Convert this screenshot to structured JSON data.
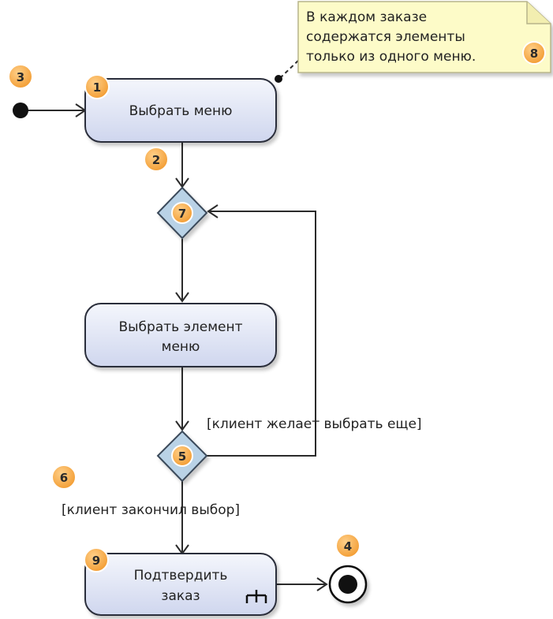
{
  "colors": {
    "action_fill_top": "#f4f6fc",
    "action_fill_bottom": "#cfd6ee",
    "action_stroke": "#2b2d3a",
    "decision_fill": "#b9d2e6",
    "decision_stroke": "#3a4a5a",
    "badge_fill": "#f7a542",
    "badge_stroke": "#e6e6e6",
    "note_fill": "#fdfbc8",
    "note_stroke": "#b7b48a",
    "line": "#2b2b2b"
  },
  "actions": {
    "choose_menu": "Выбрать меню",
    "choose_item_line1": "Выбрать элемент",
    "choose_item_line2": "меню",
    "confirm_line1": "Подтвердить",
    "confirm_line2": "заказ"
  },
  "guards": {
    "more": "[клиент желает выбрать еще]",
    "done": "[клиент закончил выбор]"
  },
  "note": {
    "line1": "В каждом заказе",
    "line2": "содержатся элементы",
    "line3": "только из одного меню."
  },
  "badges": {
    "b1": "1",
    "b2": "2",
    "b3": "3",
    "b4": "4",
    "b5": "5",
    "b6": "6",
    "b7": "7",
    "b8": "8",
    "b9": "9"
  }
}
